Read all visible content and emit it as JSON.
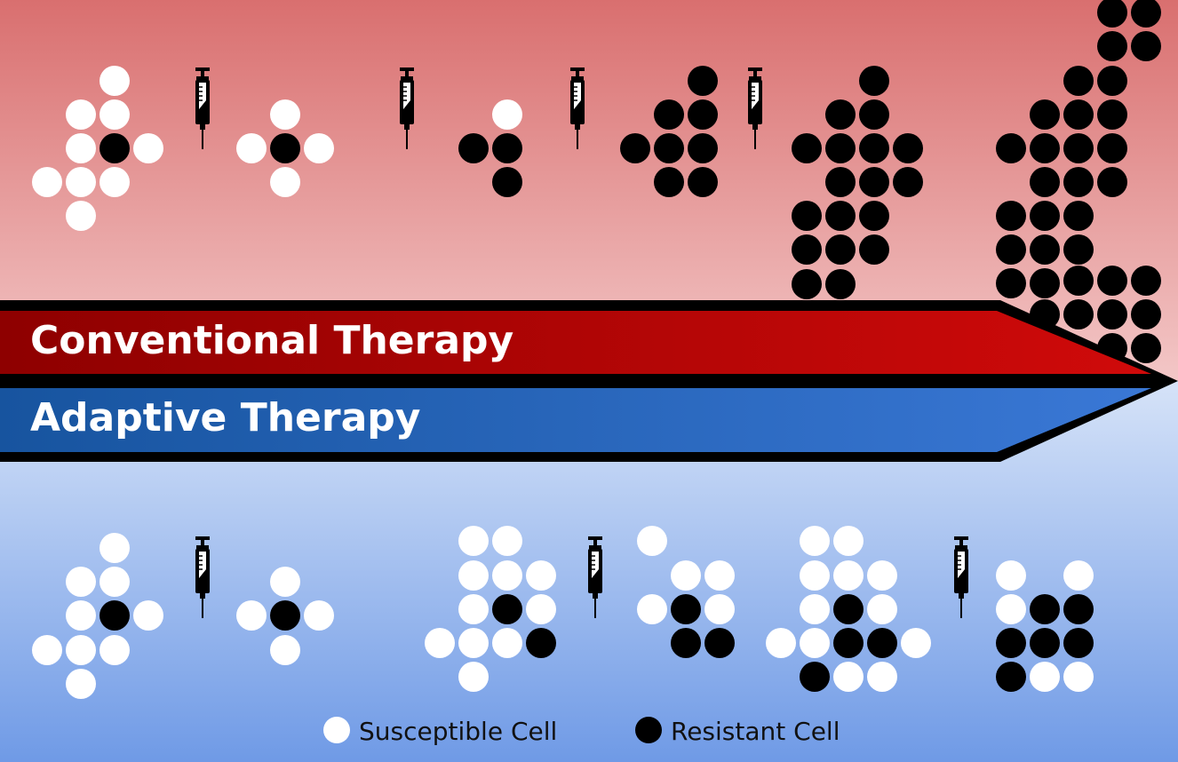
{
  "colors": {
    "top_bg": "#d96f6f",
    "bottom_bg": "#6f9ae6",
    "conventional_band": "#b00000",
    "adaptive_band": "#1f5eb0",
    "outline": "#000000",
    "susceptible": "#ffffff",
    "resistant": "#000000"
  },
  "diagram": {
    "conventional_label": "Conventional Therapy",
    "adaptive_label": "Adaptive Therapy"
  },
  "legend": {
    "susceptible_label": "Susceptible Cell",
    "resistant_label": "Resistant Cell"
  },
  "icons": {
    "treatment": "syringe-icon"
  },
  "cell_types": [
    "susceptible",
    "resistant"
  ],
  "phases": {
    "conventional": [
      "tumor",
      "treatment",
      "tumor",
      "treatment",
      "tumor",
      "treatment",
      "tumor",
      "treatment",
      "tumor",
      "tumor"
    ],
    "adaptive": [
      "tumor",
      "treatment",
      "tumor",
      "tumor",
      "treatment",
      "tumor",
      "tumor",
      "treatment",
      "tumor"
    ]
  }
}
